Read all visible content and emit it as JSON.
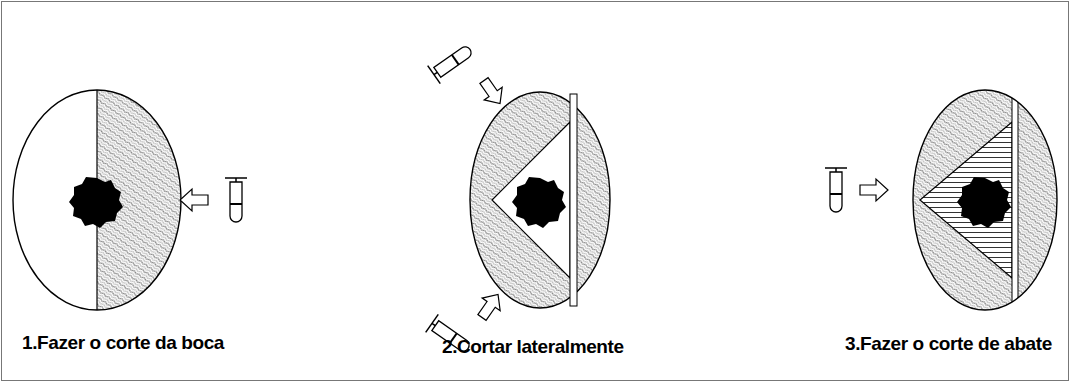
{
  "diagram": {
    "labels": [
      "1.Fazer o corte da boca",
      "2.Cortar lateralmente",
      "3.Fazer o corte de abate"
    ]
  }
}
